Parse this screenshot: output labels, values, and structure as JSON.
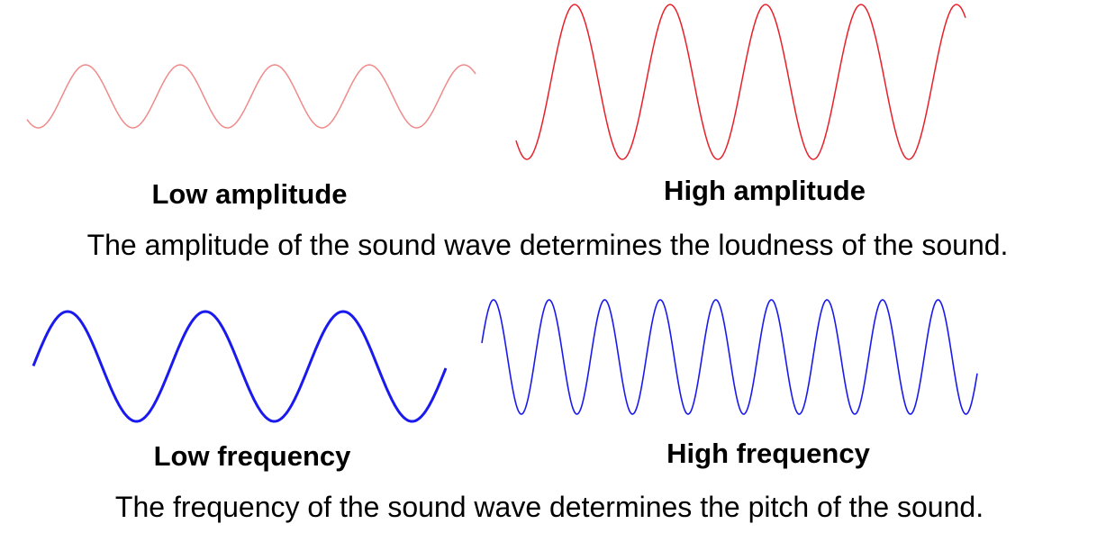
{
  "amplitude_panel": {
    "low_label": "Low amplitude",
    "high_label": "High amplitude",
    "caption": "The amplitude of the sound wave determines the loudness of the sound.",
    "low_color": "#f08a8a",
    "high_color": "#e8202a"
  },
  "frequency_panel": {
    "low_label": "Low frequency",
    "high_label": "High frequency",
    "caption": "The frequency of the sound wave determines the pitch of the sound.",
    "color": "#1a1aee"
  }
}
